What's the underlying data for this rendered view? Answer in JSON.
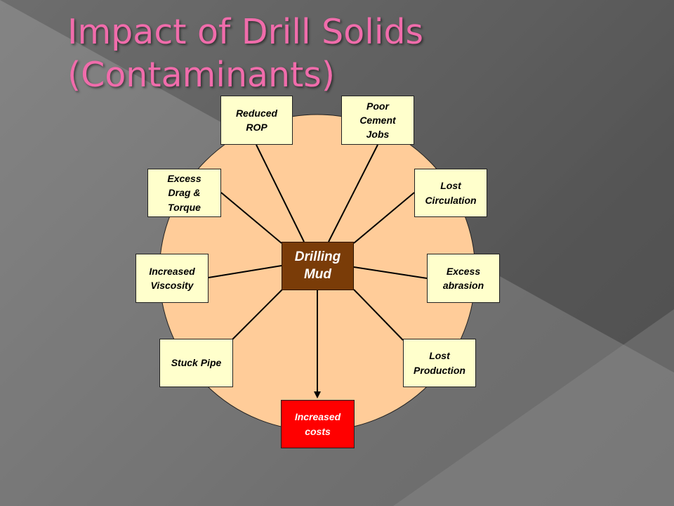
{
  "title": {
    "line1": "Impact of Drill Solids",
    "line2": "(Contaminants)"
  },
  "diagram": {
    "center": {
      "label": "Drilling\nMud"
    },
    "nodes": [
      {
        "id": "reduced-rop",
        "label": "Reduced\nROP"
      },
      {
        "id": "poor-cement-jobs",
        "label": "Poor\nCement\nJobs"
      },
      {
        "id": "lost-circulation",
        "label": "Lost\nCirculation"
      },
      {
        "id": "excess-abrasion",
        "label": "Excess\nabrasion"
      },
      {
        "id": "lost-production",
        "label": "Lost\nProduction"
      },
      {
        "id": "increased-costs",
        "label": "Increased\ncosts"
      },
      {
        "id": "stuck-pipe",
        "label": "Stuck Pipe"
      },
      {
        "id": "increased-viscosity",
        "label": "Increased\nViscosity"
      },
      {
        "id": "excess-drag-torque",
        "label": "Excess\nDrag &\nTorque"
      }
    ]
  },
  "colors": {
    "title": "#f06cab",
    "circle": "#ffcc99",
    "box_fill": "#ffffcc",
    "center_fill": "#7a3c08",
    "costs_fill": "#ff0000"
  }
}
